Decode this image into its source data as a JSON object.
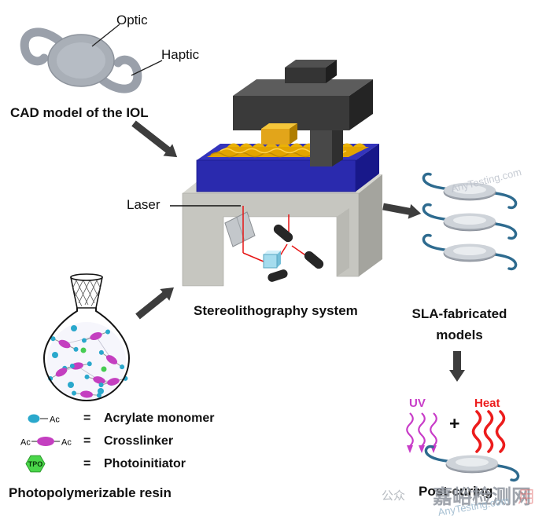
{
  "iol": {
    "optic": "Optic",
    "haptic": "Haptic",
    "caption": "CAD model of the IOL"
  },
  "printer": {
    "laser": "Laser",
    "caption": "Stereolithography system"
  },
  "output": {
    "caption_line1": "SLA-fabricated",
    "caption_line2": "models"
  },
  "post_curing": {
    "uv": "UV",
    "plus": "+",
    "heat": "Heat",
    "caption": "Post-curing"
  },
  "resin": {
    "caption": "Photopolymerizable resin"
  },
  "legend": {
    "equals": "=",
    "ac": "Ac",
    "tpo": "TPO",
    "items": [
      {
        "name": "acrylate-monomer",
        "label": "Acrylate monomer"
      },
      {
        "name": "crosslinker",
        "label": "Crosslinker"
      },
      {
        "name": "photoinitiator",
        "label": "Photoinitiator"
      }
    ]
  },
  "watermarks": {
    "site_name_cn": "嘉峪检测网",
    "site_name_en": "AnyTesting.com",
    "partial_text": "公众",
    "partial_char": "用"
  },
  "colors": {
    "uv": "#c83cc8",
    "heat": "#ec1c1c",
    "monomer_cyan": "#2aa8cc",
    "crosslinker_magenta": "#c43fc0",
    "photoinitiator_green": "#4ad64a",
    "vat_blue": "#2a2aae",
    "resin_gold": "#e2a400",
    "arrow_gray": "#3d3d3d",
    "lens_haptic_blue": "#2e6b8f"
  }
}
